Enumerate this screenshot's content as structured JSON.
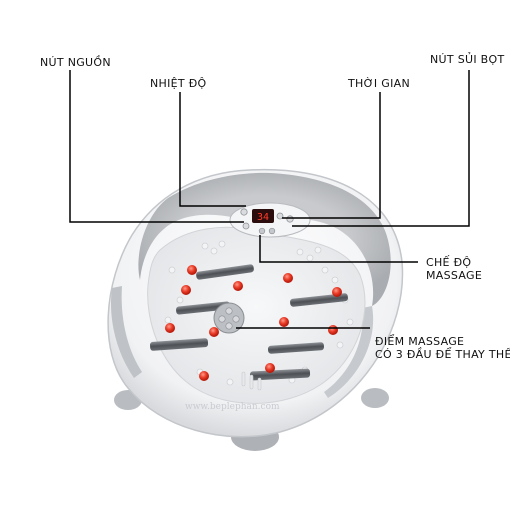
{
  "labels": {
    "power_button": "NÚT NGUỒN",
    "temperature": "NHIỆT ĐỘ",
    "time": "THỜI GIAN",
    "bubble_button": "NÚT SỦI BỌT",
    "massage_mode_line1": "CHẾ ĐỘ",
    "massage_mode_line2": "MASSAGE",
    "massage_points_line1": "ĐIỂM MASSAGE",
    "massage_points_line2": "CÓ 3 ĐẦU ĐỂ THAY THẾ"
  },
  "display": {
    "readout": "34"
  },
  "watermark": "www.beplephan.com"
}
